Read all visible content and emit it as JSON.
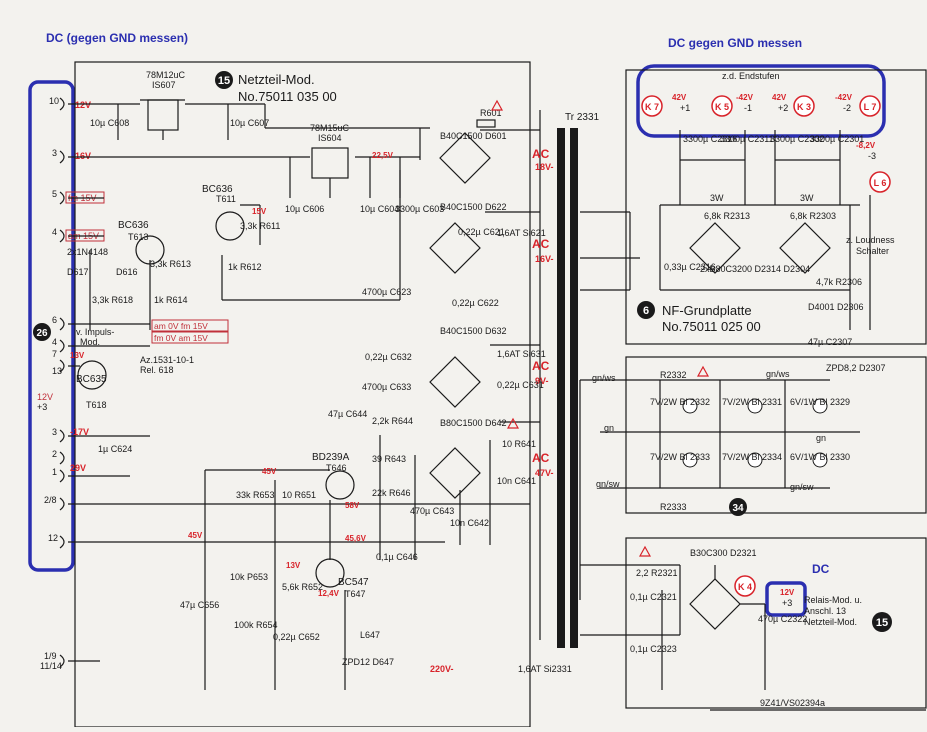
{
  "annotations": {
    "dc_left": "DC (gegen GND messen)",
    "dc_right": "DC gegen GND messen",
    "dc_small": "DC",
    "ac_labels": [
      "AC",
      "AC",
      "AC",
      "AC"
    ]
  },
  "modules": {
    "netzteil_number": "15",
    "netzteil_title": "Netzteil-Mod.",
    "netzteil_no": "No.75011 035 00",
    "nf_number": "6",
    "nf_title": "NF-Grundplatte",
    "nf_no": "No.75011 025 00",
    "module_26": "26",
    "module_34": "34",
    "module_15b": "15"
  },
  "endstufen": {
    "caption": "z.d. Endstufen",
    "k7": "K 7",
    "k5": "K 5",
    "k3": "K 3",
    "l7": "L 7",
    "l6": "L 6",
    "k4": "K 4",
    "v1": "42V",
    "v1b": "+1",
    "v2": "-42V",
    "v2b": "-1",
    "v3": "42V",
    "v3b": "+2",
    "v4": "-42V",
    "v4b": "-2",
    "v5": "-8,2V",
    "v5b": "-3"
  },
  "left_pins": [
    "10",
    "3",
    "5",
    "4",
    "6",
    "4",
    "7",
    "13",
    "3",
    "2",
    "1",
    "2/8",
    "12",
    "1/9",
    "11/14"
  ],
  "left_pin_labels": {
    "p10": "12V",
    "p3": "16V",
    "p5": "fm 15V",
    "p4": "am 15V",
    "p3b": "-17V",
    "p1": "29V",
    "p13": "12V",
    "p13b": "+3"
  },
  "components": {
    "ic607": [
      "78M12uC",
      "IS607"
    ],
    "ic604": [
      "78M15uC",
      "IS604"
    ],
    "bc636a": [
      "BC636",
      "T611"
    ],
    "bc636b": [
      "BC636",
      "T613"
    ],
    "bc635": [
      "BC635",
      "T618"
    ],
    "bd239": [
      "BD239A",
      "T646"
    ],
    "bc547": [
      "BC547",
      "T647"
    ],
    "d617": [
      "2x1N4148",
      "D617",
      "D616"
    ],
    "relay": [
      "Az.1531-10-1",
      "Rel. 618"
    ],
    "rectifiers": [
      "B40C1500 D601",
      "B40C1500 D622",
      "B40C1500 D632",
      "B80C1500 D642",
      "2xB80C3200 D2314 D2304",
      "B30C300 D2321"
    ],
    "tr": "Tr 2331",
    "volts": [
      "22,5V",
      "15V",
      "13V",
      "45V",
      "45V",
      "58V",
      "45,6V",
      "12,4V",
      "13V",
      "220V-",
      "18V-",
      "16V-",
      "9V-",
      "47V-"
    ],
    "fuses": [
      "1,6AT Si621",
      "1,6AT Si631",
      "1,6AT Si2331"
    ],
    "zpd": [
      "ZPD8,2 D2307",
      "ZPD12 D647"
    ],
    "loudness": [
      "z. Loudness",
      "Schalter"
    ],
    "relais": [
      "Relais-Mod. u.",
      "Anschl. 13",
      "Netzteil-Mod."
    ],
    "impuls": [
      "v. Impuls-",
      "Mod."
    ],
    "am_fm": [
      "am 0V fm 15V",
      "fm 0V am 15V"
    ],
    "lamps": [
      "7V/2W Bl 2332",
      "7V/2W Bl 2331",
      "6V/1W Bl 2329",
      "7V/2W Bl 2333",
      "7V/2W Bl 2334",
      "6V/1W Bl 2330"
    ],
    "gn": [
      "gn/ws",
      "gn/ws",
      "gn",
      "gn",
      "gn/sw",
      "gn/sw"
    ],
    "caps": [
      "10µ C608",
      "10µ C607",
      "10µ C606",
      "10µ C604",
      "3300µ C603",
      "4700µ C623",
      "0,22µ C621",
      "0,22µ C622",
      "0,22µ C632",
      "4700µ C633",
      "0,22µ C631",
      "1µ C624",
      "47µ C644",
      "470µ C643",
      "10n C641",
      "10n C642",
      "0,1µ C646",
      "47µ C656",
      "0,22µ C652",
      "3300µ C2316",
      "3300µ C2311",
      "3300µ C2302",
      "3300µ C2301",
      "0,33µ C2316",
      "47µ C2307",
      "0,1µ C2321",
      "470µ C2322",
      "0,1µ C2323"
    ],
    "resistors": [
      "R601",
      "3,3k R611",
      "3,3k R613",
      "1k R612",
      "3,3k R618",
      "1k R614",
      "2,2k R644",
      "39 R643",
      "22k R646",
      "33k R653",
      "10 R651",
      "10k P653",
      "5,6k R652",
      "100k R654",
      "10 R641",
      "6,8k R2313",
      "6,8k R2303",
      "4,7k R2306",
      "R2332",
      "R2333",
      "2,2 R2321",
      "3W",
      "3W"
    ],
    "misc": [
      "L647",
      "D4001 D2306",
      "9Z41/VS02394a"
    ]
  }
}
